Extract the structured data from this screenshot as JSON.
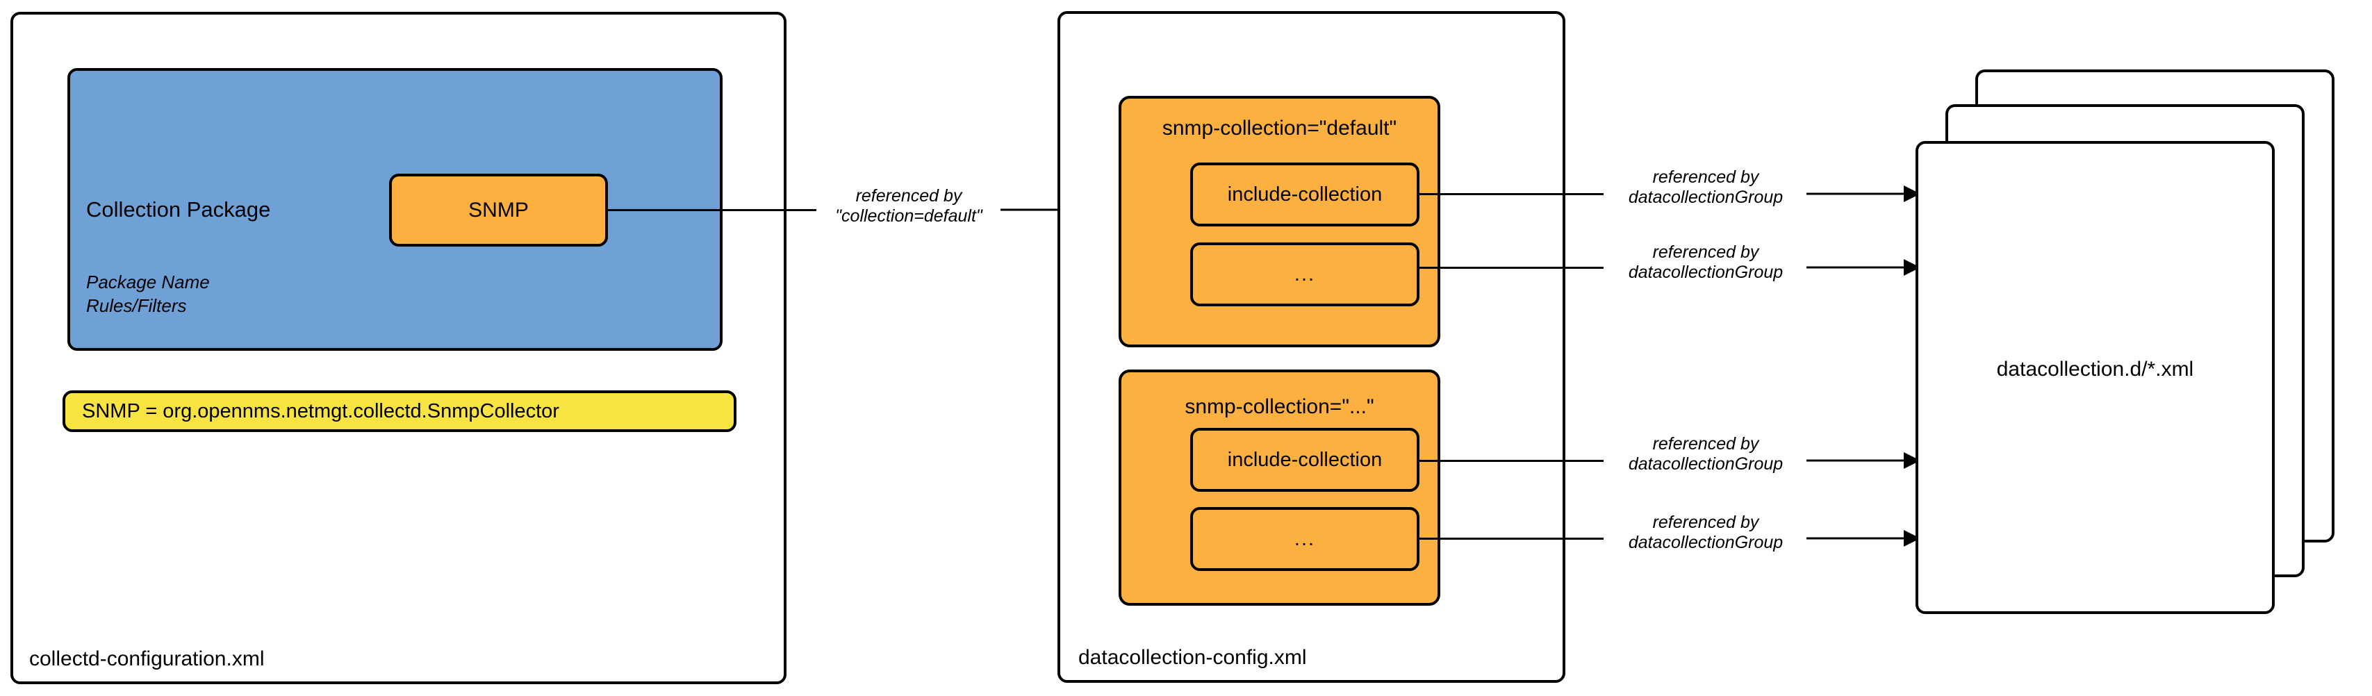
{
  "diagram": {
    "title": "OpenNMS SNMP data collection configuration flow",
    "colors": {
      "blue_package": "#6fa0d6",
      "orange_box": "#fbb040",
      "yellow_legend": "#f7e443",
      "outline": "#000000",
      "background": "#ffffff"
    }
  },
  "collectd": {
    "file_label": "collectd-configuration.xml",
    "package": {
      "title": "Collection Package",
      "attributes": [
        "Package Name",
        "Rules/Filters"
      ],
      "service": "SNMP"
    },
    "legend": "SNMP = org.opennms.netmgt.collectd.SnmpCollector"
  },
  "edges": {
    "collection_default": {
      "line1": "referenced by",
      "line2": "\"collection=default\""
    },
    "datacollection_group": {
      "line1": "referenced by",
      "line2": "datacollectionGroup"
    }
  },
  "datacollection_config": {
    "file_label": "datacollection-config.xml",
    "groups": [
      {
        "title": "snmp-collection=\"default\"",
        "items": [
          "include-collection",
          "..."
        ]
      },
      {
        "title": "snmp-collection=\"...\"",
        "items": [
          "include-collection",
          "..."
        ]
      }
    ]
  },
  "datacollection_dir": {
    "label": "datacollection.d/*.xml",
    "sheet_count": 3
  }
}
